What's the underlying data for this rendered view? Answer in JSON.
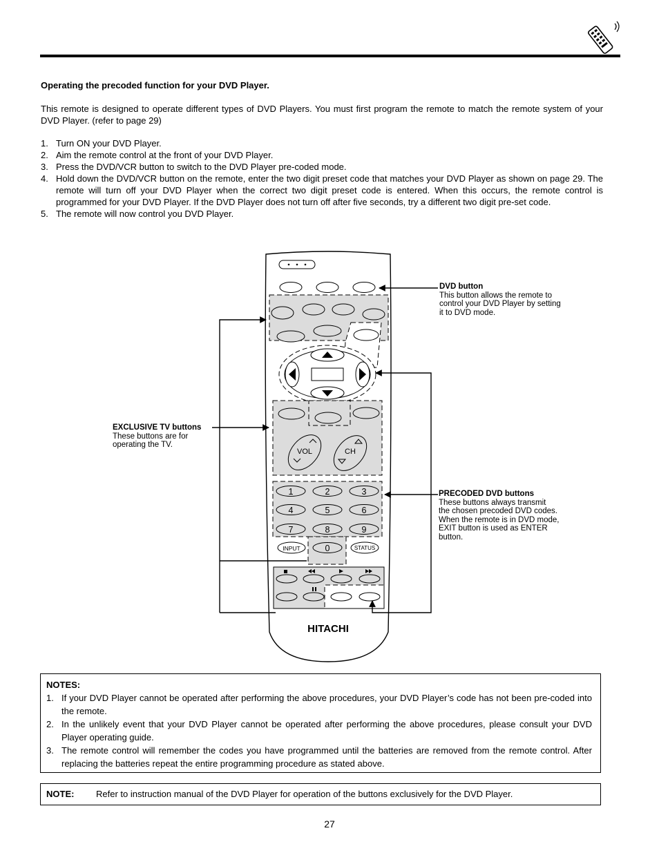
{
  "heading": "Operating the precoded function for your DVD Player.",
  "intro": "This remote is designed to operate different types of DVD Players.  You must first program the remote to match the remote system of your DVD Player. (refer to page 29)",
  "steps": [
    {
      "num": "1.",
      "text": "Turn ON your DVD Player."
    },
    {
      "num": "2.",
      "text": "Aim the remote control at the front of your DVD Player."
    },
    {
      "num": "3.",
      "text": "Press the DVD/VCR button to switch to the DVD Player pre-coded mode."
    },
    {
      "num": "4.",
      "text": "Hold down the DVD/VCR button on the remote, enter the two digit preset code that matches your DVD Player as shown on page 29.  The remote will turn off your DVD Player when the correct two digit preset code is entered.  When this occurs, the remote control is programmed for your DVD Player.  If the DVD Player does not turn off after five seconds, try a different two digit pre-set code."
    },
    {
      "num": "5.",
      "text": "The remote will now control you DVD Player."
    }
  ],
  "remote": {
    "brand": "HITACHI",
    "vol_label": "VOL",
    "ch_label": "CH",
    "digits": [
      "1",
      "2",
      "3",
      "4",
      "5",
      "6",
      "7",
      "8",
      "9",
      "0"
    ],
    "input_label": "INPUT",
    "status_label": "STATUS"
  },
  "callouts": {
    "dvd": {
      "title": "DVD button",
      "body": "This button allows the remote to\ncontrol your DVD Player by setting\nit to DVD mode."
    },
    "exclusive": {
      "title": "EXCLUSIVE TV buttons",
      "body": "These buttons are for\noperating the TV."
    },
    "precoded": {
      "title": "PRECODED DVD buttons",
      "body": "These buttons always transmit\nthe chosen precoded DVD codes.\nWhen the remote is in DVD mode,\nEXIT button is used as ENTER\nbutton."
    }
  },
  "notes": {
    "title": "NOTES:",
    "items": [
      {
        "num": "1.",
        "text": "If your DVD Player cannot be operated after performing the above procedures, your DVD Player’s code has not been pre-coded into the remote."
      },
      {
        "num": "2.",
        "text": "In the unlikely event that your DVD Player cannot be operated after performing the above procedures, please consult your DVD Player operating guide."
      },
      {
        "num": "3.",
        "text": "The remote control will remember the codes you have programmed until the batteries are removed from the remote control. After replacing the batteries repeat the entire programming procedure as stated above."
      }
    ]
  },
  "note": {
    "label": "NOTE:",
    "text": "Refer to instruction manual of the DVD Player for operation of the buttons exclusively for the DVD Player."
  },
  "page_number": "27",
  "icons": {
    "header": "remote-control-icon"
  }
}
